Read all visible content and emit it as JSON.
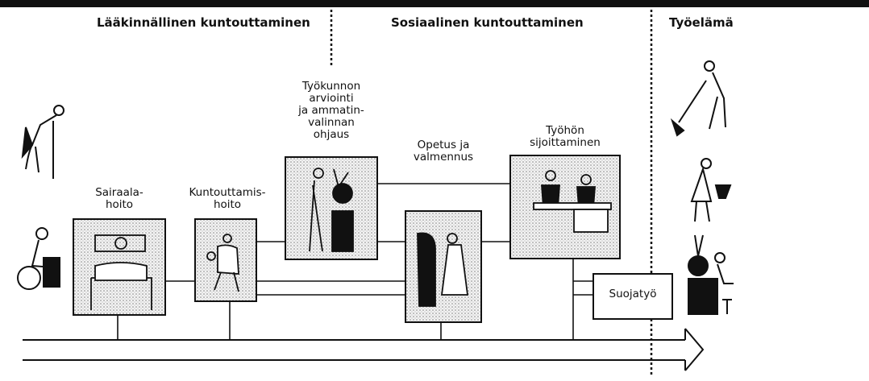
{
  "header": {
    "section_medical": "Lääkinnällinen kuntouttaminen",
    "section_social": "Sosiaalinen kuntouttaminen",
    "section_work": "Työelämä"
  },
  "steps": {
    "hospital": "Sairaala-\nhoito",
    "rehab": "Kuntouttamis-\nhoito",
    "assessment": "Työkunnon\narviointi\nja ammatin-\nvalinnan\nohjaus",
    "training": "Opetus ja\nvalmennus",
    "placement": "Työhön\nsijoittaminen",
    "sheltered": "Suojatyö"
  }
}
